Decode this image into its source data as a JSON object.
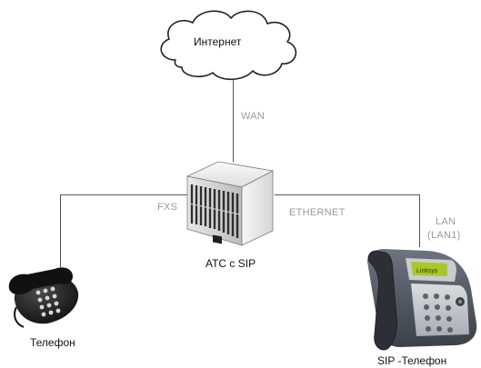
{
  "nodes": {
    "internet": {
      "label": "Интернет"
    },
    "ats": {
      "label": "АТС с SIP"
    },
    "phone": {
      "label": "Телефон"
    },
    "sip_phone": {
      "label": "SIP -Телефон",
      "screen_text": "Linksys"
    }
  },
  "connections": {
    "wan": {
      "label": "WAN"
    },
    "fxs": {
      "label": "FXS"
    },
    "ethernet": {
      "label": "ETHERNET"
    },
    "lan": {
      "label": "LAN",
      "sublabel": "(LAN1)"
    }
  },
  "colors": {
    "line": "#555555",
    "connection_label": "#9a9a9a",
    "node_label": "#111111",
    "screen": "#a8c828"
  }
}
